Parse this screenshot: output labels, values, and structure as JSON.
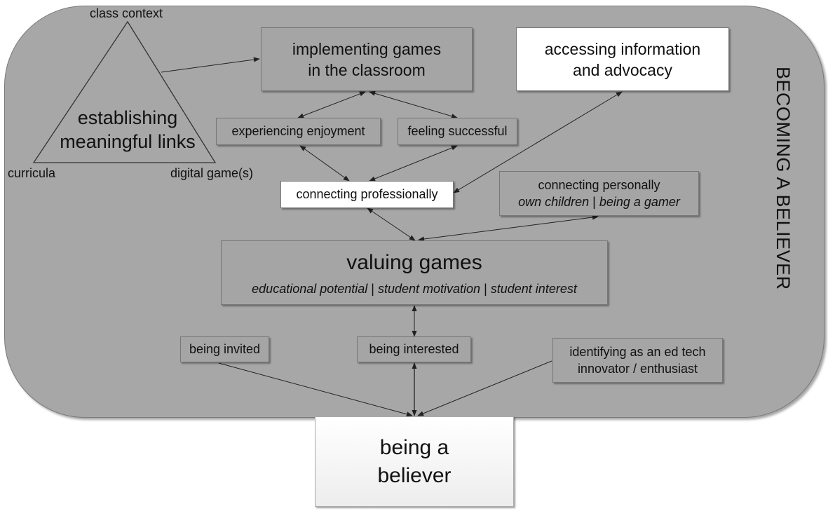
{
  "section_title": "BECOMING A BELIEVER",
  "triangle": {
    "title_line1": "establishing",
    "title_line2": "meaningful links",
    "top_label": "class context",
    "left_label": "curricula",
    "right_label": "digital game(s)"
  },
  "nodes": {
    "implementing_line1": "implementing games",
    "implementing_line2": "in the classroom",
    "accessing_line1": "accessing information",
    "accessing_line2": "and advocacy",
    "experiencing_enjoyment": "experiencing enjoyment",
    "feeling_successful": "feeling successful",
    "connecting_professionally": "connecting professionally",
    "connecting_personally_title": "connecting personally",
    "connecting_personally_a": "own children",
    "connecting_personally_sep": " | ",
    "connecting_personally_b": "being a gamer",
    "valuing_title": "valuing games",
    "valuing_a": "educational potential",
    "valuing_sep1": " | ",
    "valuing_b": "student motivation",
    "valuing_sep2": " | ",
    "valuing_c": "student interest",
    "being_invited": "being invited",
    "being_interested": "being interested",
    "identifying_line1": "identifying as an ed tech",
    "identifying_line2": "innovator / enthusiast",
    "believer_line1": "being a",
    "believer_line2": "believer"
  },
  "colors": {
    "container_fill": "#a7a7a7",
    "box_fill": "#a5a5a5",
    "highlight_box_fill": "#ffffff",
    "arrow": "#222222"
  }
}
